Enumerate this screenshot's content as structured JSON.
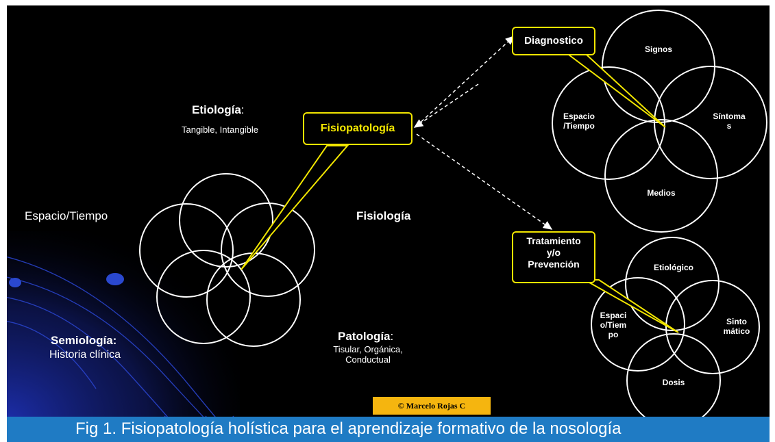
{
  "colors": {
    "background": "#000000",
    "circle_stroke": "#ffffff",
    "callout_border": "#f2e600",
    "callout_text": "#f2e600",
    "diagnostico_text": "#ffffff",
    "caption_bar": "#1f7bc4",
    "copyright_bg": "#f5b50f",
    "decor_blue": "#1e3aa8"
  },
  "central": {
    "etiologia": {
      "title": "Etiología",
      "title_suffix": ":",
      "subtitle": "Tangible, Intangible"
    },
    "espacio_tiempo": "Espacio/Tiempo",
    "fisiologia": "Fisiología",
    "semiologia": {
      "title": "Semiología:",
      "subtitle": "Historia clínica"
    },
    "patologia": {
      "title": "Patología",
      "title_suffix": ":",
      "subtitle_line1": "Tisular, Orgánica,",
      "subtitle_line2": "Conductual"
    }
  },
  "callouts": {
    "fisiopatologia": "Fisiopatología",
    "diagnostico": "Diagnostico",
    "tratamiento": {
      "line1": "Tratamiento",
      "line2": "y/o",
      "line3": "Prevención"
    }
  },
  "diagnostico_diagram": {
    "signos": "Signos",
    "espacio_line1": "Espacio",
    "espacio_line2": "/Tiempo",
    "sintomas_line1": "Síntoma",
    "sintomas_line2": "s",
    "medios": "Medios"
  },
  "tratamiento_diagram": {
    "etiologico": "Etiológico",
    "espacio_line1": "Espaci",
    "espacio_line2": "o/Tiem",
    "espacio_line3": "po",
    "sintomatico_line1": "Sinto",
    "sintomatico_line2": "mático",
    "dosis": "Dosis"
  },
  "copyright": "© Marcelo Rojas C",
  "caption": "Fig 1. Fisiopatología holística para el aprendizaje formativo de la nosología"
}
